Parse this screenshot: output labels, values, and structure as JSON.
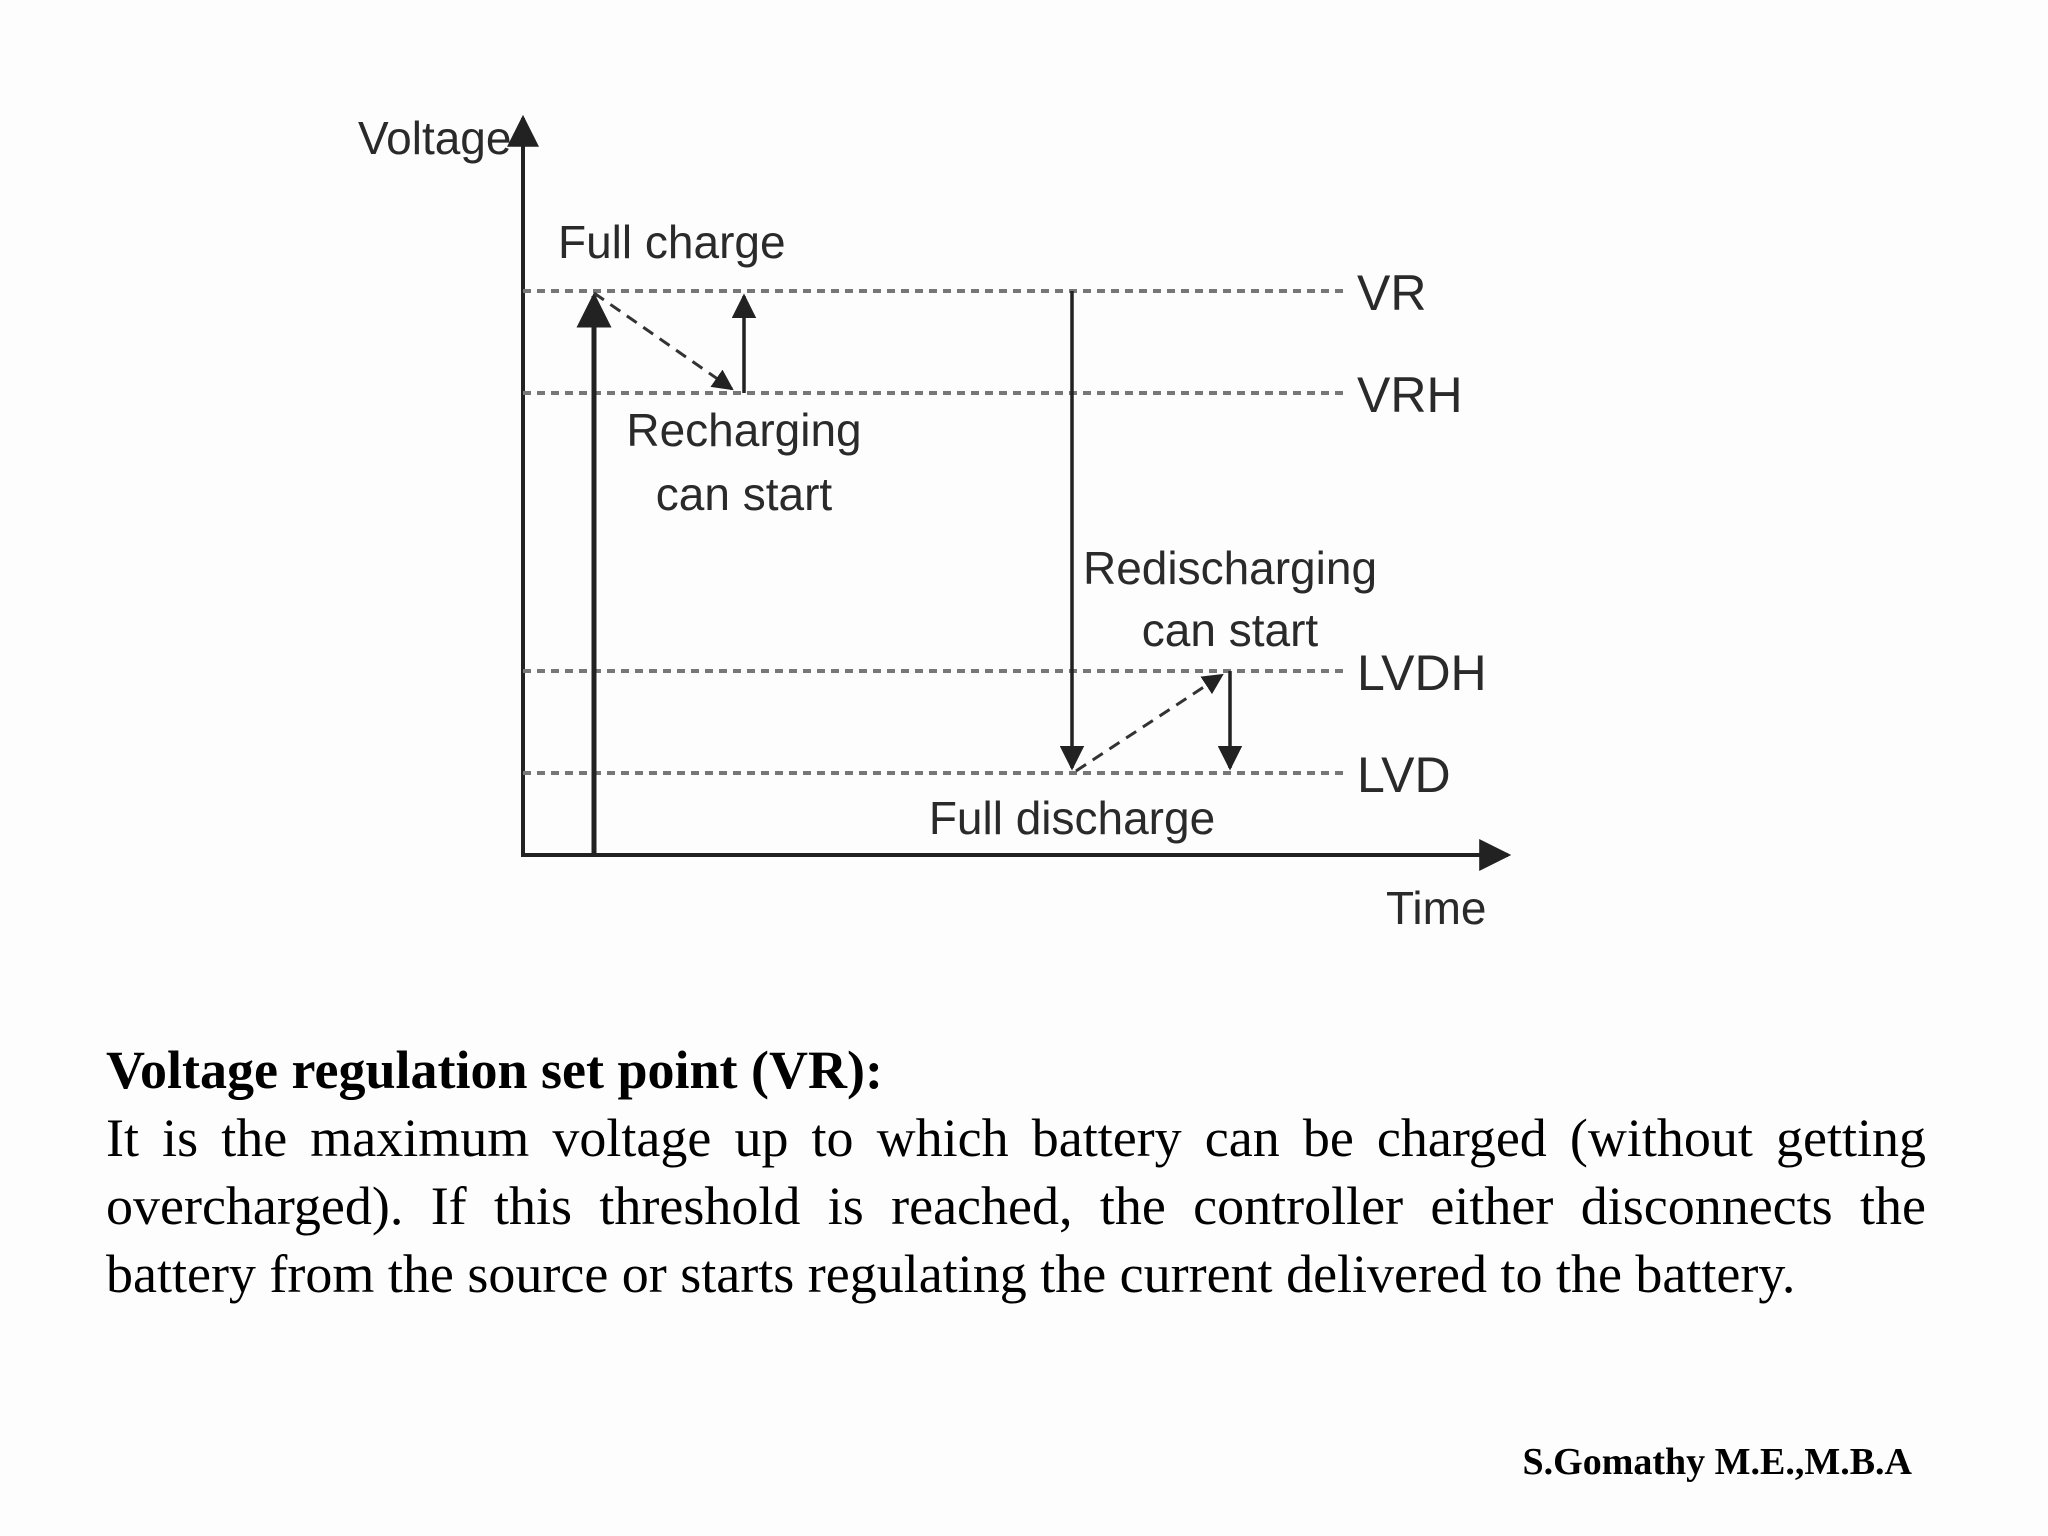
{
  "diagram": {
    "y_axis_label": "Voltage",
    "x_axis_label": "Time",
    "levels": [
      {
        "id": "vr",
        "label": "VR"
      },
      {
        "id": "vrh",
        "label": "VRH"
      },
      {
        "id": "lvdh",
        "label": "LVDH"
      },
      {
        "id": "lvd",
        "label": "LVD"
      }
    ],
    "annotations": {
      "full_charge": "Full charge",
      "recharging_line1": "Recharging",
      "recharging_line2": "can start",
      "redischarging_line1": "Redischarging",
      "redischarging_line2": "can start",
      "full_discharge": "Full discharge"
    }
  },
  "text": {
    "heading": "Voltage regulation set point (VR):",
    "paragraph": "It is the maximum voltage up to which battery can be charged (without getting overcharged). If this threshold is reached, the controller either disconnects the battery from the source or starts regulating the current delivered to the battery."
  },
  "author": "S.Gomathy M.E.,M.B.A"
}
